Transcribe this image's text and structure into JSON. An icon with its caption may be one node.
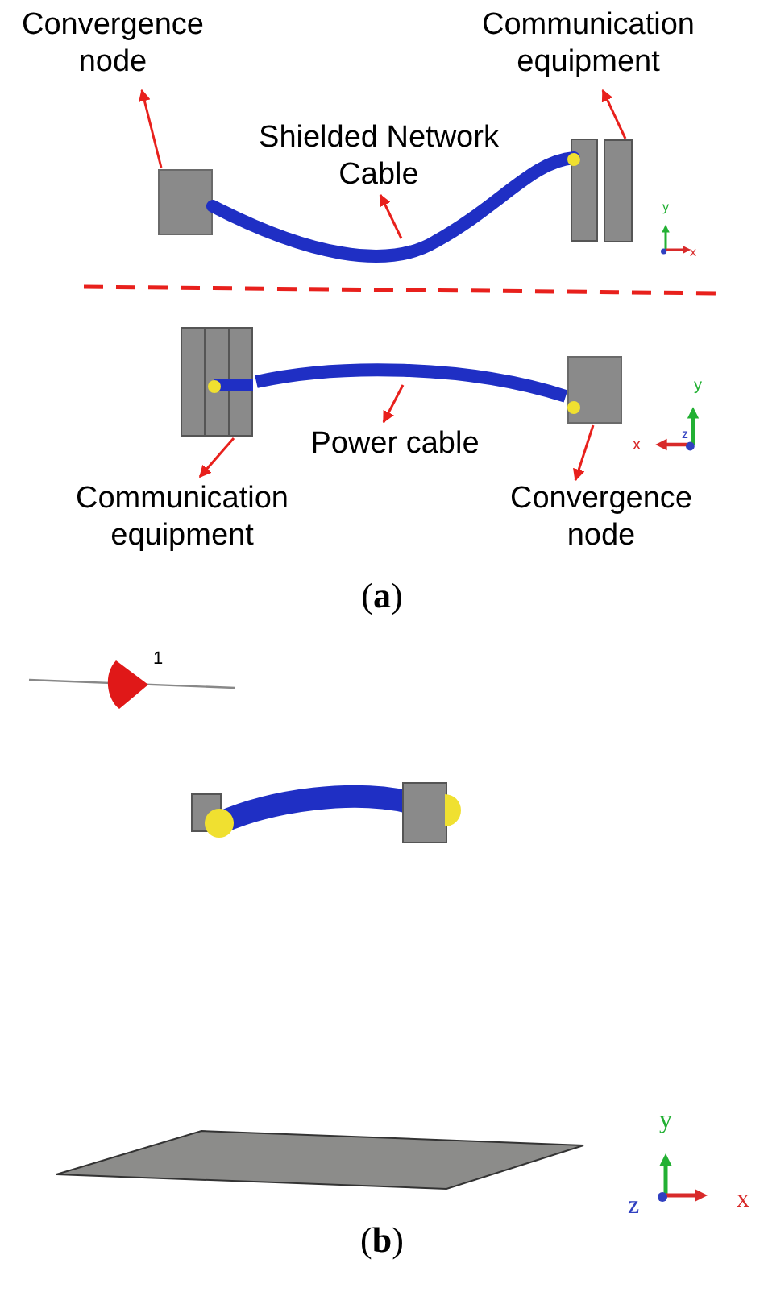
{
  "diagram": {
    "nodes": [
      {
        "text": [
          "Convergence node"
        ]
      },
      {
        "text": [
          "Communication equipment"
        ]
      },
      {
        "text": [
          "Shielded Network Cable"
        ]
      },
      {
        "text": [],
        "shape": "box"
      },
      {
        "text": [],
        "shape": "box"
      },
      {
        "text": [],
        "shape": "cable"
      },
      {
        "text": [],
        "shape": "box"
      },
      {
        "text": [],
        "shape": "cable"
      },
      {
        "text": [],
        "shape": "box"
      },
      {
        "text": [
          "Power cable"
        ]
      },
      {
        "text": [
          "Communication equipment"
        ]
      },
      {
        "text": [
          "Convergence node"
        ]
      }
    ],
    "edges": [
      {
        "from": 3,
        "to": 0,
        "arrow": "to"
      },
      {
        "from": 4,
        "to": 1,
        "arrow": "to"
      },
      {
        "from": 5,
        "to": 2,
        "arrow": "to"
      },
      {
        "from": 7,
        "to": 9,
        "arrow": "to"
      },
      {
        "from": 6,
        "to": 10,
        "arrow": "to"
      },
      {
        "from": 8,
        "to": 11,
        "arrow": "to"
      }
    ],
    "labels": [
      "y",
      "x",
      "y",
      "z",
      "x",
      "(**a**)",
      "1",
      "y",
      "z",
      "x",
      "(**b**)"
    ]
  }
}
